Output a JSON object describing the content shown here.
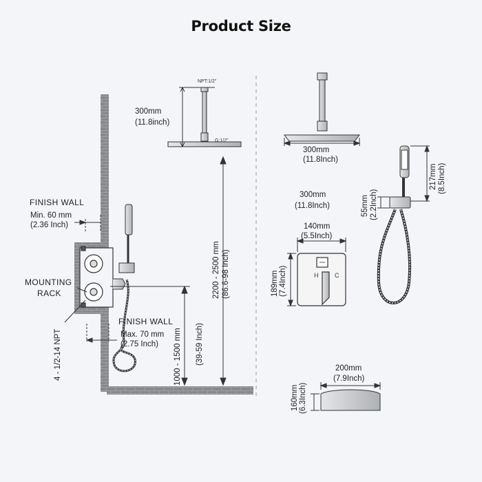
{
  "title": "Product Size",
  "labels": {
    "npt_half": "NPT:1/2\"",
    "g_half": "G:1/2\"",
    "arm_mm": "300mm",
    "arm_inch": "(11.8inch)",
    "head_mm": "300mm",
    "head_inch": "(11.8Inch)",
    "finish_wall_top": "FINISH   WALL",
    "min_mm": "Min. 60 mm",
    "min_inch": "(2.36 Inch)",
    "mounting_1": "MOUNTING",
    "mounting_2": "RACK",
    "finish_wall_bottom": "FINISH  WALL",
    "max_mm": "Max. 70 mm",
    "max_inch": "(2.75 Inch)",
    "npt_thread": "4 - 1/2-14 NPT",
    "height_head_mm": "2200 - 2500 mm",
    "height_head_inch": "(86.6-98 Inch)",
    "height_valve_mm": "1000 - 1500 mm",
    "height_valve_inch": "(39-59 Inch)",
    "plate_top_mm": "300mm",
    "plate_top_inch": "(11.8Inch)",
    "plate_w_mm": "140mm",
    "plate_w_inch": "(5.5Inch)",
    "plate_h_mm": "189mm",
    "plate_h_inch": "(7.4Inch)",
    "plate_h_key": "H",
    "plate_c_key": "C",
    "hand_h_mm": "217mm",
    "hand_h_inch": "(8.5Inch)",
    "bracket_mm": "55mm",
    "bracket_inch": "(2.2Inch)",
    "box_w_mm": "200mm",
    "box_w_inch": "(7.9Inch)",
    "box_h_mm": "160mm",
    "box_h_inch": "(6.3Inch)"
  },
  "colors": {
    "wall": "#8a8c90",
    "line": "#333333",
    "metal": "#c8cacd"
  }
}
